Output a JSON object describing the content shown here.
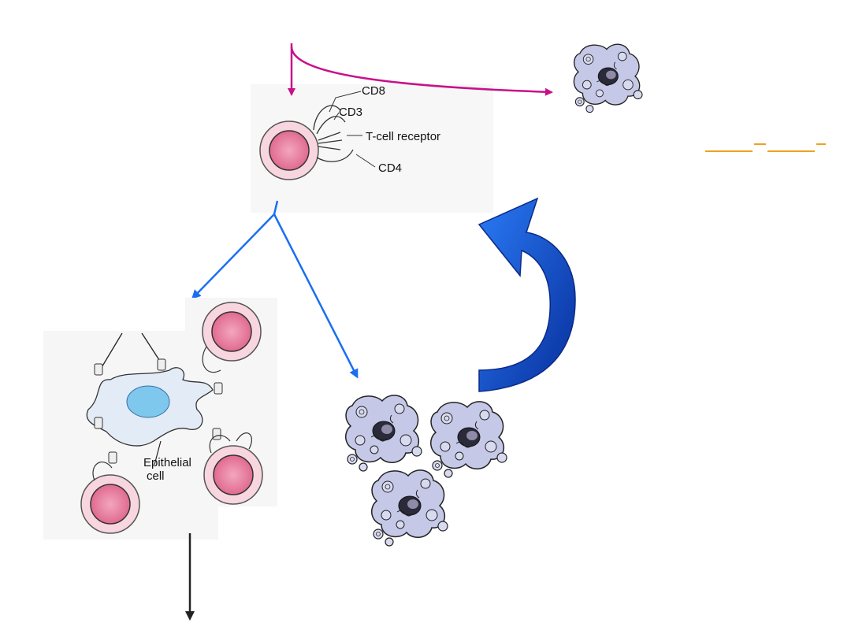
{
  "labels": {
    "cd8": "CD8",
    "cd3": "CD3",
    "tcr": "T-cell receptor",
    "cd4": "CD4",
    "epithelial_line1": "Epithelial",
    "epithelial_line2": "cell"
  },
  "colors": {
    "magenta_arrow": "#c8108a",
    "blue_arrow": "#1a6ff0",
    "curved_arrow_fill": "#0d3fc4",
    "cell_outer": "#f6d3dc",
    "cell_inner": "#ec7fa0",
    "nucleus_blue": "#7ec8ee",
    "epithelial_body": "#dfe9f5",
    "parasite": "#c5c8e6",
    "link_orange": "#f0a020"
  }
}
